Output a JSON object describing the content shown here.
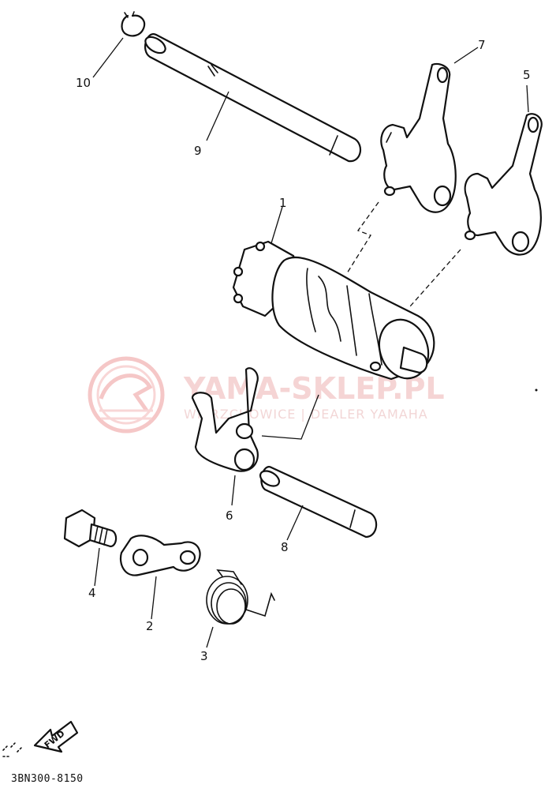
{
  "diagram": {
    "callouts": [
      {
        "id": "1",
        "text": "1"
      },
      {
        "id": "2",
        "text": "2"
      },
      {
        "id": "3",
        "text": "3"
      },
      {
        "id": "4",
        "text": "4"
      },
      {
        "id": "5",
        "text": "5"
      },
      {
        "id": "6",
        "text": "6"
      },
      {
        "id": "7",
        "text": "7"
      },
      {
        "id": "8",
        "text": "8"
      },
      {
        "id": "9",
        "text": "9"
      },
      {
        "id": "10",
        "text": "10"
      }
    ],
    "fwd_label": "FWD",
    "diagram_code": "3BN300-8150"
  },
  "watermark": {
    "title": "YAMA-SKLEP.PL",
    "subtitle": "WIERZCHOWICE | DEALER YAMAHA",
    "color": "#f2c6c6"
  }
}
